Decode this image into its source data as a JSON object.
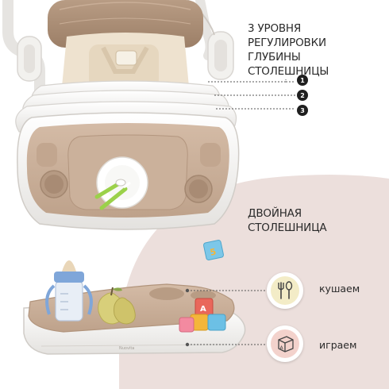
{
  "heading_depth": {
    "line1": "3 УРОВНЯ РЕГУЛИРОВКИ",
    "line2": "ГЛУБИНЫ СТОЛЕШНИЦЫ"
  },
  "depth_levels": [
    "1",
    "2",
    "3"
  ],
  "heading_tray": {
    "line1": "ДВОЙНАЯ",
    "line2": "СТОЛЕШНИЦА"
  },
  "features": [
    {
      "label": "кушаем",
      "icon": "fork-spoon-icon"
    },
    {
      "label": "играем",
      "icon": "toy-block-icon"
    }
  ],
  "brand": "Nuovita",
  "colors": {
    "beige": "#c9ad95",
    "beige_dark": "#a88a72",
    "pink_bg": "#ecdfdc",
    "white_plastic": "#f4f3f1",
    "icon_yellow": "#f3ecc7",
    "icon_pink": "#f3d2cc",
    "badge": "#1f1f1f"
  }
}
